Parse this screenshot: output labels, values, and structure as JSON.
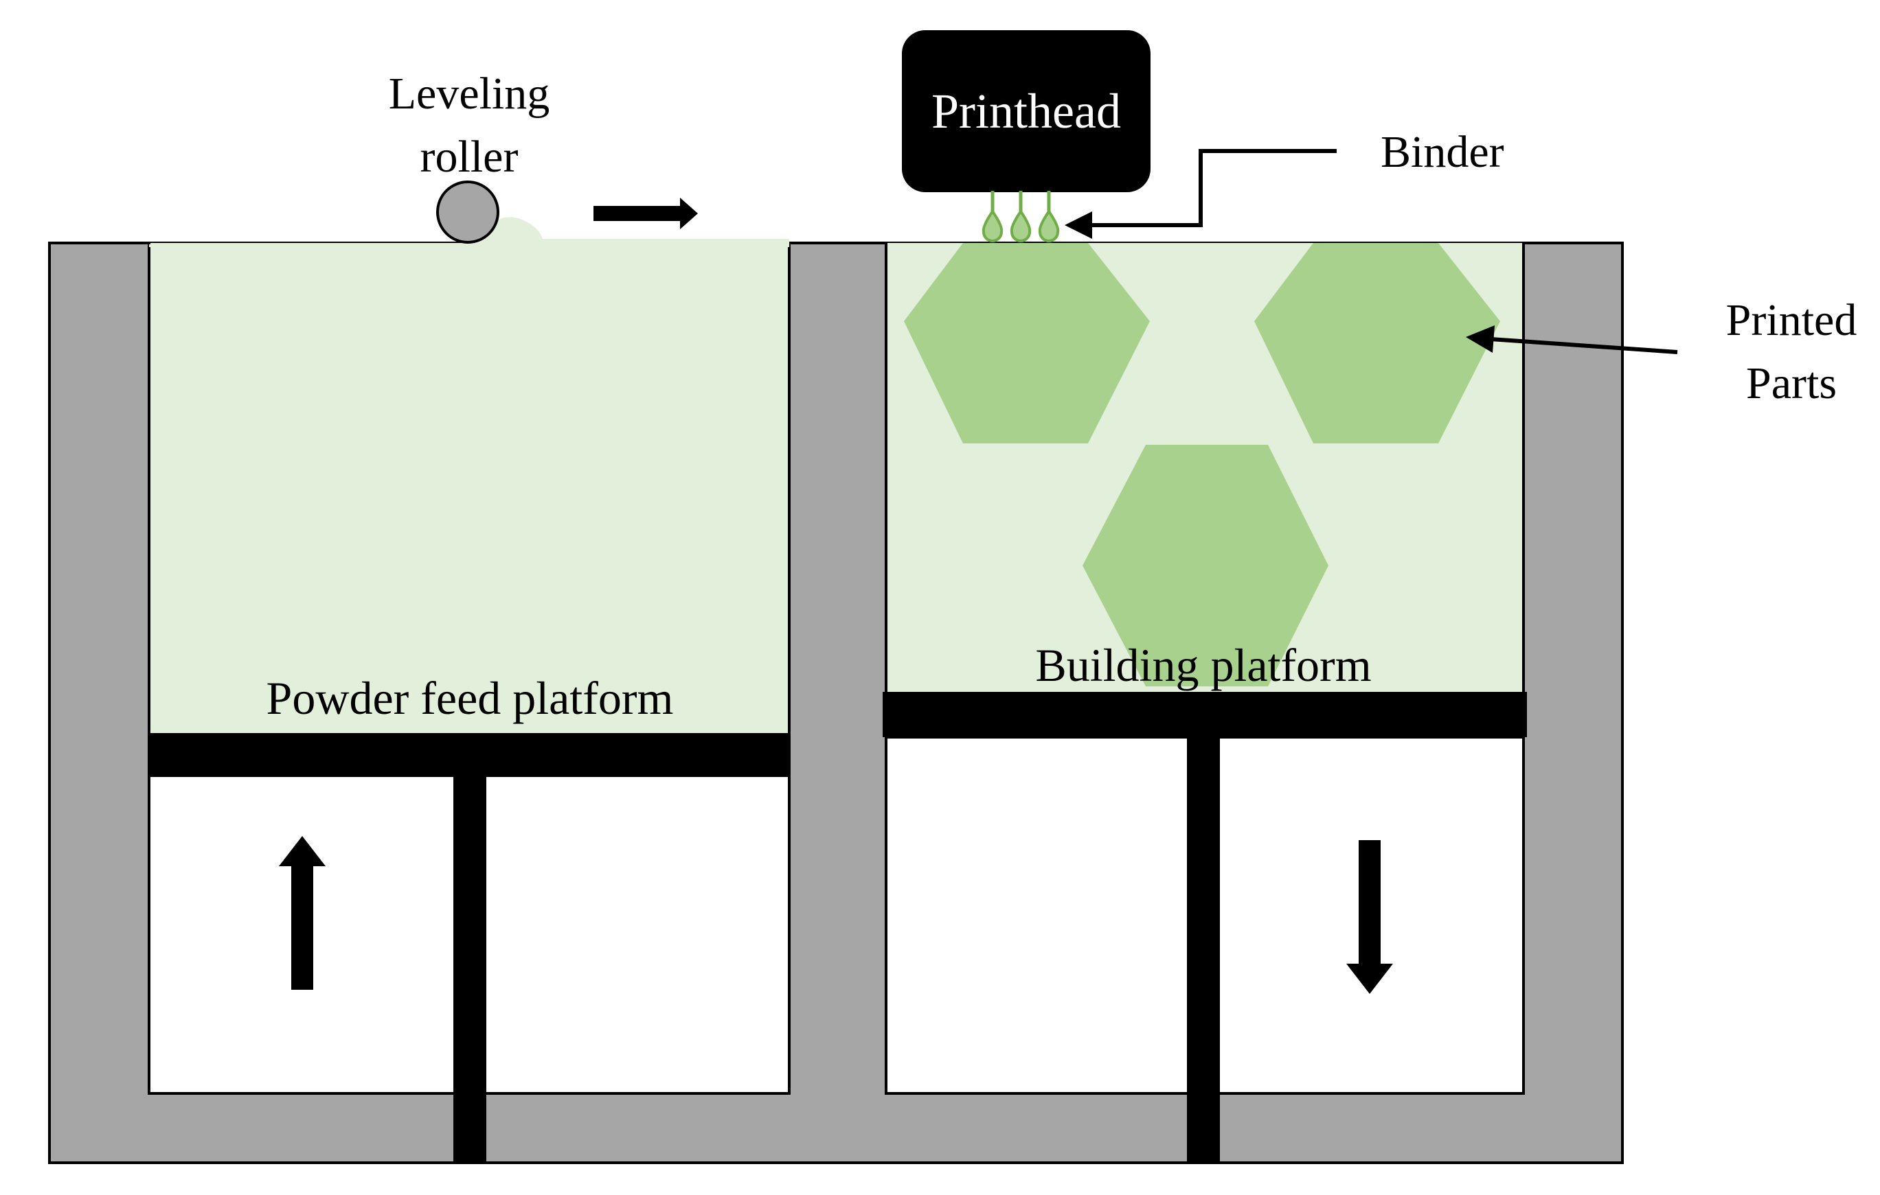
{
  "labels": {
    "leveling_roller_line1": "Leveling",
    "leveling_roller_line2": "roller",
    "printhead": "Printhead",
    "binder": "Binder",
    "printed_parts_line1": "Printed",
    "printed_parts_line2": "Parts",
    "powder_feed_platform": "Powder feed platform",
    "building_platform": "Building platform"
  },
  "colors": {
    "wall": "#a6a6a6",
    "powder": "#e2efda",
    "part": "#a9d18e",
    "binder_drop": "#70ad47",
    "black": "#000000",
    "roller": "#a6a6a6"
  }
}
